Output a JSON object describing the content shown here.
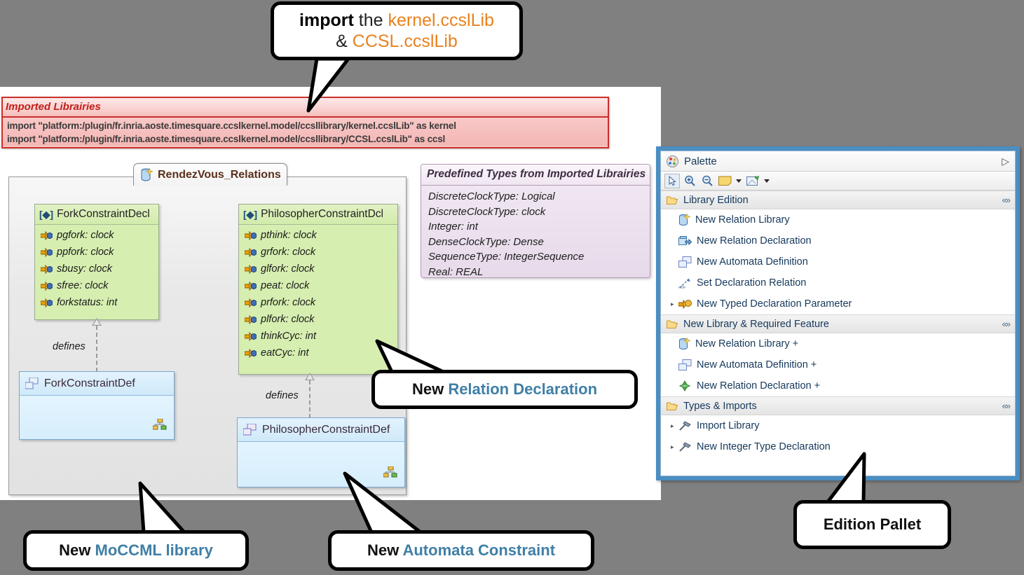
{
  "callouts": {
    "import": {
      "line1_bold": "import",
      "line1_plain": " the ",
      "line1_accent": "kernel.ccslLib",
      "line2_plain": "& ",
      "line2_accent": "CCSL.ccslLib",
      "accent_color": "#e8821e"
    },
    "relation_declaration": {
      "prefix": "New ",
      "accent": "Relation Declaration"
    },
    "moccml_library": {
      "prefix": "New ",
      "accent": "MoCCML library"
    },
    "automata_constraint": {
      "prefix": "New ",
      "accent": "Automata Constraint"
    },
    "edition_pallet": {
      "label": "Edition Pallet"
    },
    "accent_color": "#3f7fa6"
  },
  "imported_libraries": {
    "title": "Imported Librairies",
    "lines": [
      "import \"platform:/plugin/fr.inria.aoste.timesquare.ccslkernel.model/ccsllibrary/kernel.ccslLib\" as kernel",
      "import \"platform:/plugin/fr.inria.aoste.timesquare.ccslkernel.model/ccsllibrary/CCSL.ccslLib\" as ccsl"
    ],
    "border_color": "#c9302c"
  },
  "diagram": {
    "tab_label": "RendezVous_Relations",
    "link_label_1": "defines",
    "link_label_2": "defines",
    "classes": [
      {
        "name": "ForkConstraintDecl",
        "stereotype": "[◆]",
        "attributes": [
          "pgfork: clock",
          "ppfork: clock",
          "sbusy: clock",
          "sfree: clock",
          "forkstatus: int"
        ]
      },
      {
        "name": "PhilosopherConstraintDcl",
        "stereotype": "[◆]",
        "attributes": [
          "pthink: clock",
          "grfork: clock",
          "glfork: clock",
          "peat: clock",
          "prfork: clock",
          "plfork: clock",
          "thinkCyc: int",
          "eatCyc: int"
        ]
      }
    ],
    "definitions": [
      {
        "name": "ForkConstraintDef"
      },
      {
        "name": "PhilosopherConstraintDef"
      }
    ]
  },
  "predefined_types": {
    "title": "Predefined Types from Imported Librairies",
    "entries": [
      "DiscreteClockType: Logical",
      "DiscreteClockType: clock",
      "Integer: int",
      "DenseClockType: Dense",
      "SequenceType: IntegerSequence",
      "Real: REAL"
    ]
  },
  "palette": {
    "title": "Palette",
    "toolbar": [
      {
        "icon": "select-arrow-icon",
        "selected": true
      },
      {
        "icon": "zoom-in-icon",
        "selected": false
      },
      {
        "icon": "zoom-out-icon",
        "selected": false
      },
      {
        "icon": "note-icon",
        "selected": false,
        "dropdown": true
      },
      {
        "icon": "note-attachment-icon",
        "selected": false,
        "dropdown": true
      }
    ],
    "groups": [
      {
        "label": "Library Edition",
        "items": [
          {
            "label": "New Relation Library",
            "icon": "relation-library-icon",
            "expander": false
          },
          {
            "label": "New Relation Declaration",
            "icon": "relation-declaration-icon",
            "expander": false
          },
          {
            "label": "New Automata Definition",
            "icon": "automata-definition-icon",
            "expander": false
          },
          {
            "label": "Set Declaration Relation",
            "icon": "set-declaration-relation-icon",
            "expander": false
          },
          {
            "label": "New Typed Declaration Parameter",
            "icon": "typed-declaration-parameter-icon",
            "expander": true
          }
        ]
      },
      {
        "label": "New Library & Required Feature",
        "items": [
          {
            "label": "New Relation Library +",
            "icon": "relation-library-icon",
            "expander": false
          },
          {
            "label": "New Automata Definition +",
            "icon": "automata-definition-icon",
            "expander": false
          },
          {
            "label": "New Relation Declaration +",
            "icon": "green-diamond-icon",
            "expander": false
          }
        ]
      },
      {
        "label": "Types & Imports",
        "items": [
          {
            "label": "Import Library",
            "icon": "hammer-icon",
            "expander": true
          },
          {
            "label": "New Integer Type Declaration",
            "icon": "hammer-icon",
            "expander": true
          }
        ]
      }
    ],
    "expand_arrow": "▷",
    "collapse_glyph": "«»",
    "frame_color": "#4a8ec2"
  }
}
